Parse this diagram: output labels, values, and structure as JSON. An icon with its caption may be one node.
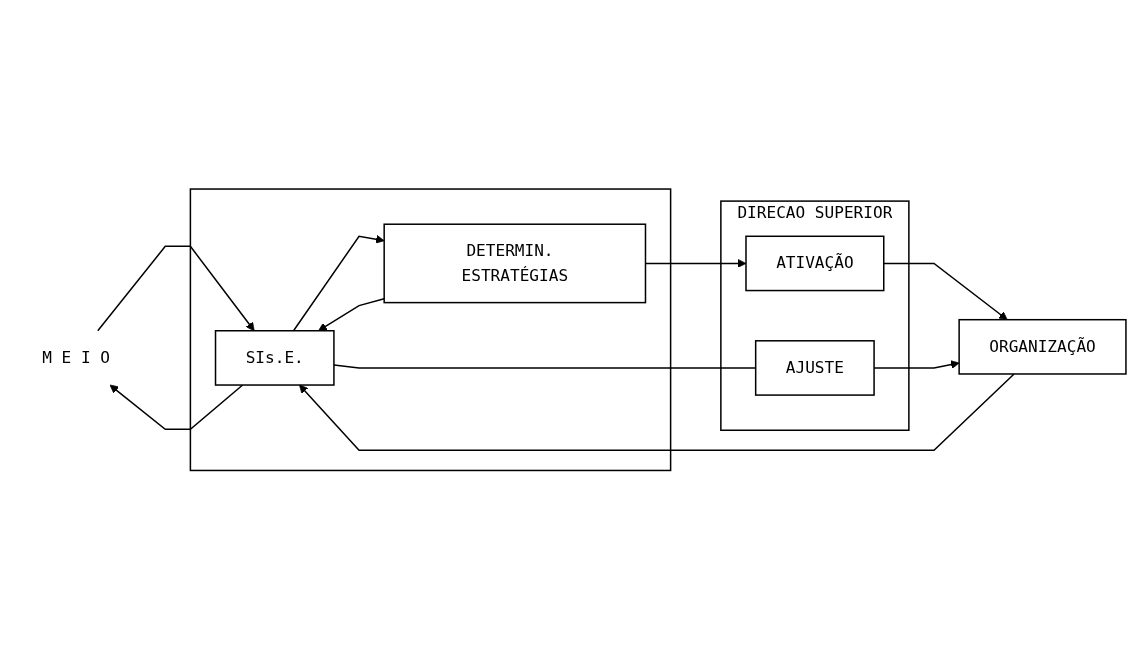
{
  "diagram": {
    "nodes": [
      {
        "text": [],
        "shape": "box"
      },
      {
        "text": [
          "DETERMIN. ESTRATÉGIAS"
        ],
        "in": 0
      },
      {
        "text": [
          "SIs.E."
        ],
        "in": 0
      },
      {
        "text": [
          "DIRECAO SUPERIOR"
        ]
      },
      {
        "text": [
          "ATIVAÇÃO"
        ],
        "in": 3
      },
      {
        "text": [
          "AJUSTE"
        ],
        "in": 3
      },
      {
        "text": [
          "ORGANIZAÇÃO"
        ]
      },
      {
        "text": [
          "M E I O"
        ]
      }
    ],
    "edges": [
      {
        "from": 1,
        "to": 4,
        "arrow": "to"
      },
      {
        "from": 4,
        "to": 6,
        "arrow": "to"
      },
      {
        "from": 1,
        "to": 2,
        "arrow": "to"
      },
      {
        "from": 2,
        "to": 1,
        "arrow": "to"
      },
      {
        "from": 7,
        "to": 2,
        "arrow": "to"
      },
      {
        "from": 2,
        "to": 7,
        "arrow": "to"
      },
      {
        "from": 6,
        "to": 2,
        "arrow": "to"
      },
      {
        "from": 2,
        "to": 5,
        "arrow": "none"
      },
      {
        "from": 5,
        "to": 6,
        "arrow": "to"
      }
    ]
  }
}
